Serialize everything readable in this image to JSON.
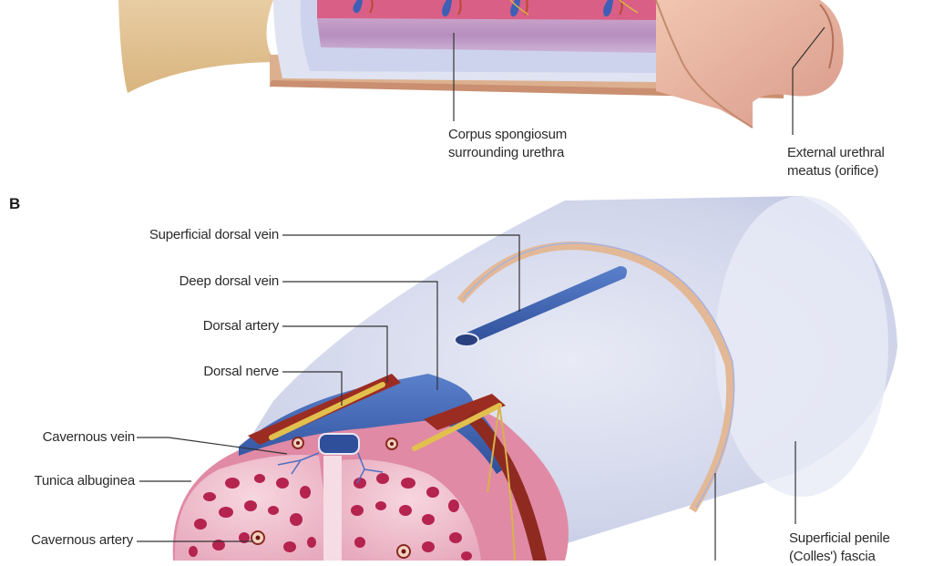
{
  "figure": {
    "panels": [
      {
        "id": "A",
        "label_visible": false,
        "labels": [
          {
            "text": "Corpus spongiosum",
            "line2": "surrounding urethra"
          },
          {
            "text": "External urethral",
            "line2": "meatus (orifice)"
          }
        ]
      },
      {
        "id": "B",
        "letter": "B",
        "labels": [
          {
            "text": "Superficial dorsal vein"
          },
          {
            "text": "Deep dorsal vein"
          },
          {
            "text": "Dorsal artery"
          },
          {
            "text": "Dorsal nerve"
          },
          {
            "text": "Cavernous vein"
          },
          {
            "text": "Tunica albuginea"
          },
          {
            "text": "Cavernous artery"
          },
          {
            "text": "Superficial penile",
            "line2": "(Colles') fascia"
          }
        ]
      }
    ],
    "colors": {
      "skin": "#e6c79a",
      "fascia_blue": "#c9cfe8",
      "vein_blue": "#3f63b0",
      "artery_red": "#9c2b22",
      "nerve_yellow": "#e5c24a",
      "erectile_pink": "#e9a3b8",
      "sinus_crimson": "#b5234f",
      "tunica_light": "#f3d2dc",
      "leader_line": "#333333"
    }
  }
}
